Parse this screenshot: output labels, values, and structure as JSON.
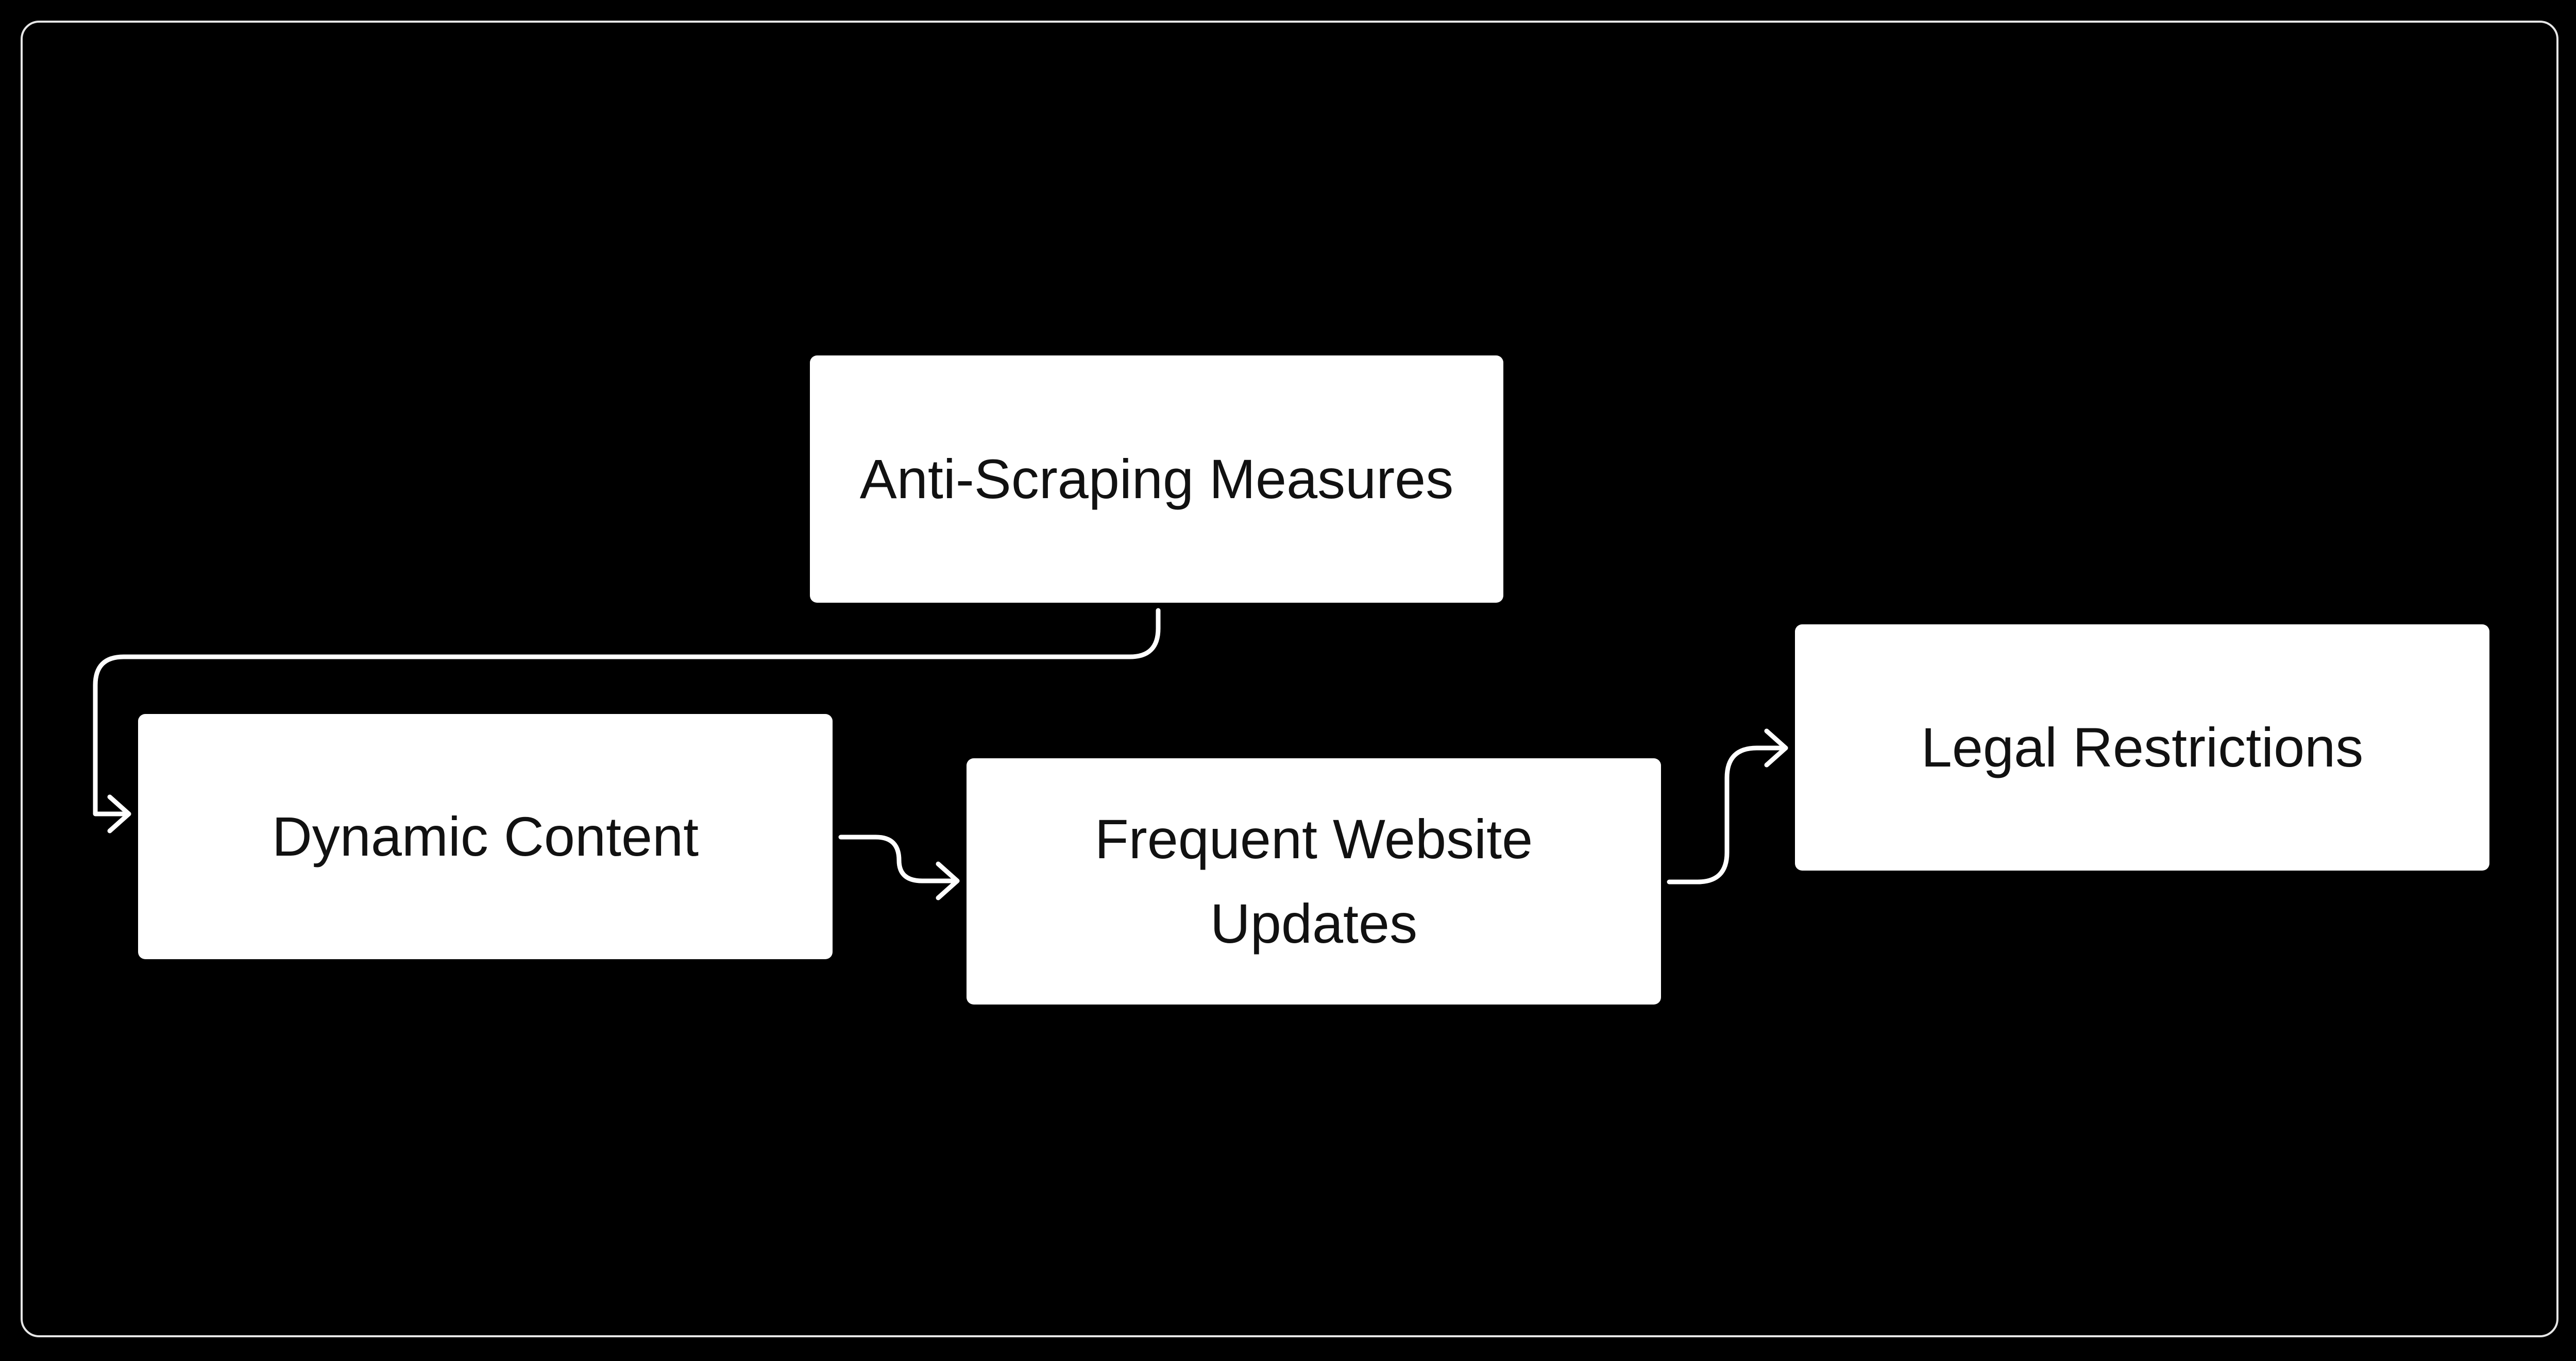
{
  "nodes": {
    "anti_scraping": "Anti-Scraping Measures",
    "dynamic_content": "Dynamic Content",
    "frequent_updates": "Frequent Website Updates",
    "legal_restrictions": "Legal Restrictions"
  },
  "colors": {
    "background": "#000000",
    "node_fill": "#ffffff",
    "node_text": "#111111",
    "connector": "#ffffff",
    "frame_border": "#e6e6e6"
  }
}
